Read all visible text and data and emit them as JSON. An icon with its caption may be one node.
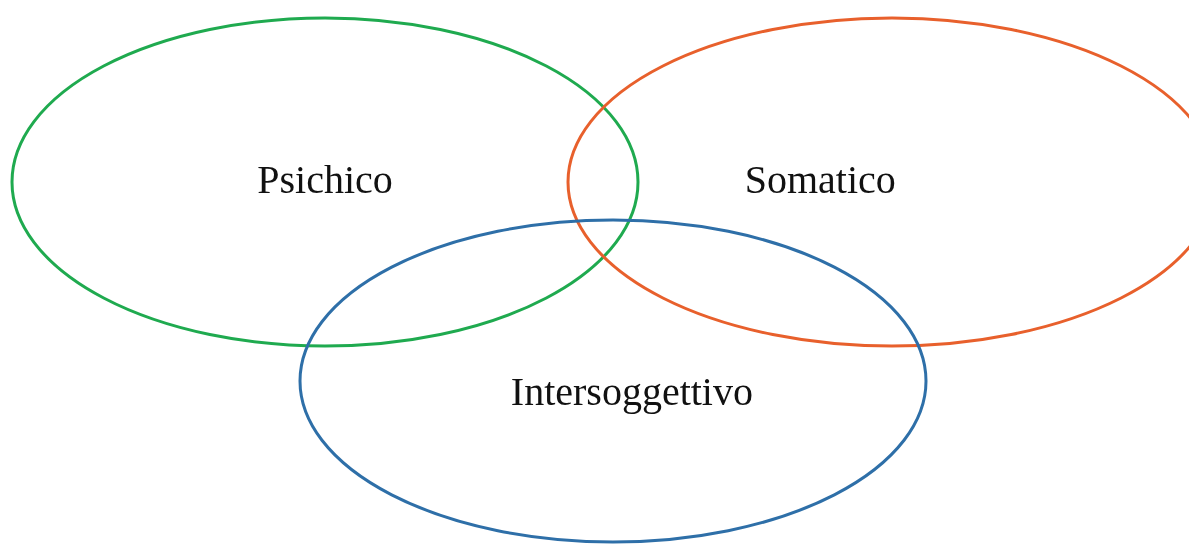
{
  "diagram": {
    "nodes": [
      {
        "text": [
          "Psichico"
        ]
      },
      {
        "text": [
          "Somatico"
        ]
      },
      {
        "text": [
          "Intersoggettivo"
        ]
      }
    ]
  }
}
